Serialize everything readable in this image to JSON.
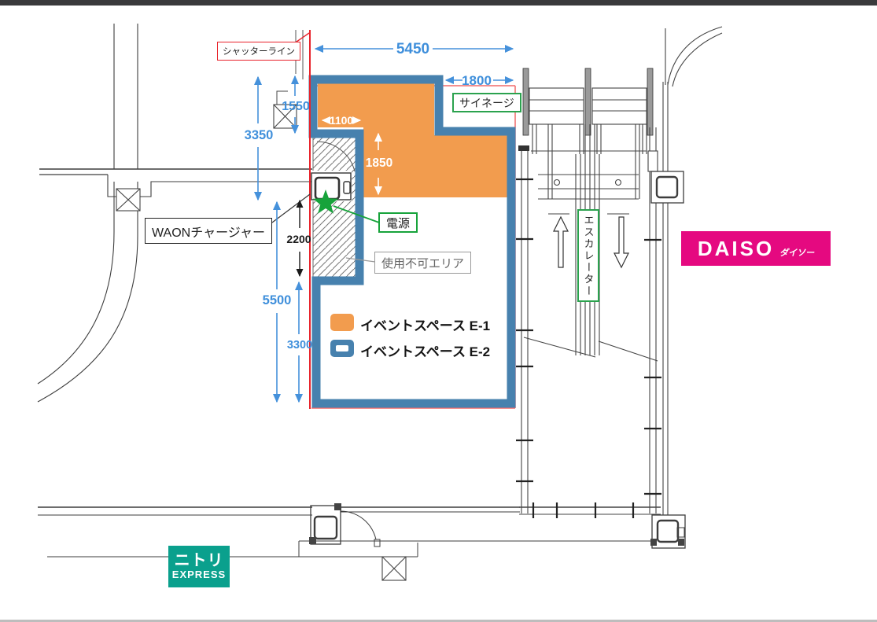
{
  "colors": {
    "event_space_e1_orange": "#F29C4E",
    "event_space_e2_blue": "#4781AE",
    "dimension_blue": "#3F8FDB",
    "shutter_red": "#E8232B",
    "leased_outline_red": "#F16A6A",
    "label_green": "#1CA24A",
    "daiso_pink": "#E50980",
    "nitori_teal": "#0AA08D"
  },
  "labels": {
    "shutter_line": "シャッターライン",
    "signage": "サイネージ",
    "waon_charger": "WAONチャージャー",
    "power_source": "電源",
    "unusable_area": "使用不可エリア",
    "escalator": "エスカレーター"
  },
  "dimensions_mm": {
    "top_width": "5450",
    "top_right_width": "1800",
    "orange_inner_width": "1100",
    "orange_inner_height": "1850",
    "shutter_upper": "1550",
    "left_upper_height": "3350",
    "charger_zone_height": "2200",
    "left_lower_height": "5500",
    "lower_inner_height": "3300"
  },
  "legend": {
    "e1_label": "イベントスペース E-1",
    "e2_label": "イベントスペース E-2"
  },
  "stores": {
    "daiso": {
      "name": "DAISO",
      "kana": "ダイソー"
    },
    "nitori": {
      "name": "ニトリ",
      "sub": "EXPRESS"
    }
  }
}
